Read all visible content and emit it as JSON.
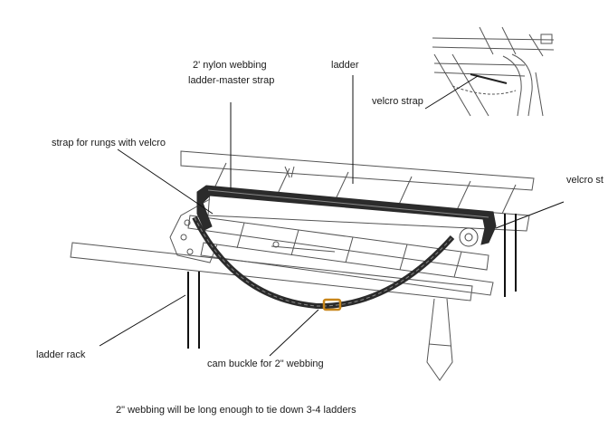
{
  "labels": {
    "nylon_webbing": "2' nylon webbing",
    "master_strap": "ladder-master strap",
    "ladder": "ladder",
    "velcro_strap_inset": "velcro strap",
    "rung_strap": "strap for rungs with velcro",
    "velcro_strap_right": "velcro st",
    "ladder_rack": "ladder rack",
    "cam_buckle": "cam buckle for 2\" webbing",
    "footnote": "2\" webbing will be long enough to tie down 3-4 ladders"
  },
  "colors": {
    "line": "#3a3a3a",
    "strap_fill": "#2b2b2b",
    "strap_stripe": "#888888",
    "buckle": "#c8861a",
    "wood": "#6d6d6d"
  }
}
